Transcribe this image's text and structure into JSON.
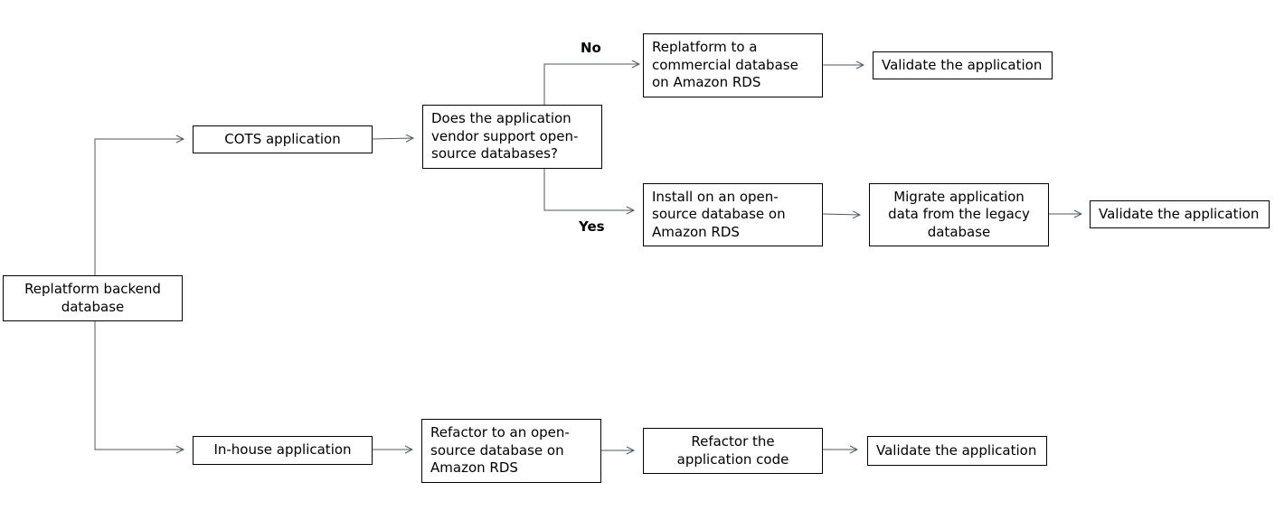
{
  "nodes": {
    "replatform_backend": [
      "Replatform backend",
      "database"
    ],
    "cots": [
      "COTS application"
    ],
    "inhouse": [
      "In-house application"
    ],
    "vendor_question": [
      "Does the application",
      "vendor support open-",
      "source databases?"
    ],
    "replatform_commercial": [
      "Replatform to a",
      "commercial database",
      "on Amazon RDS"
    ],
    "validate_1": [
      "Validate the application"
    ],
    "install_opensource": [
      "Install on an open-",
      "source database on",
      "Amazon RDS"
    ],
    "migrate_data": [
      "Migrate application",
      "data from the legacy",
      "database"
    ],
    "validate_2": [
      "Validate the application"
    ],
    "refactor_opensource": [
      "Refactor to an open-",
      "source database on",
      "Amazon RDS"
    ],
    "refactor_code": [
      "Refactor the",
      "application code"
    ],
    "validate_3": [
      "Validate the application"
    ]
  },
  "edge_labels": {
    "no": "No",
    "yes": "Yes"
  },
  "colors": {
    "connector": "#4a5866",
    "box_border": "#000000"
  }
}
